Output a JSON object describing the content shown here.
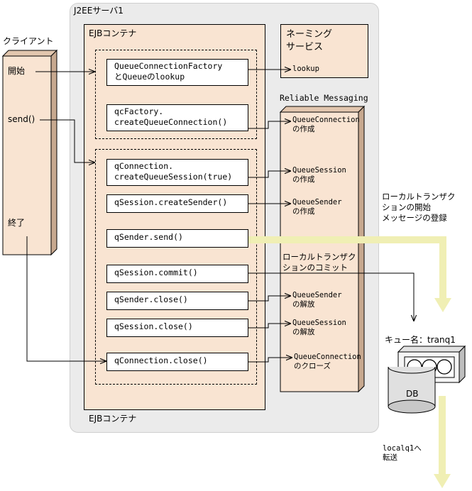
{
  "server_title": "J2EEサーバ1",
  "client": {
    "title": "クライアント",
    "start": "開始",
    "send": "send()",
    "end": "終了"
  },
  "ejb": {
    "title": "EJBコンテナ",
    "calls": [
      [
        "QueueConnectionFactory",
        "とQueueのlookup"
      ],
      [
        "qcFactory.",
        "createQueueConnection()"
      ],
      [
        "qConnection.",
        "createQueueSession(true)"
      ],
      [
        "qSession.createSender()"
      ],
      [
        "qSender.send()"
      ],
      [
        "qSession.commit()"
      ],
      [
        "qSender.close()"
      ],
      [
        "qSession.close()"
      ],
      [
        "qConnection.close()"
      ]
    ]
  },
  "naming": {
    "title_line1": "ネーミング",
    "title_line2": "サービス",
    "lookup": "lookup"
  },
  "rm": {
    "title": "Reliable Messaging",
    "results": [
      [
        "QueueConnection",
        "の作成"
      ],
      [
        "QueueSession",
        "の作成"
      ],
      [
        "QueueSender",
        "の作成"
      ],
      [
        "QueueSender",
        "の解放"
      ],
      [
        "QueueSession",
        "の解放"
      ],
      [
        "QueueConnection",
        "のクローズ"
      ]
    ],
    "commit_note": [
      "ローカルトランザク",
      "ションのコミット"
    ]
  },
  "tx_note": [
    "ローカルトランザク",
    "ションの開始",
    "メッセージの登録"
  ],
  "queue": {
    "label": "キュー名：tranq1",
    "db": "DB",
    "forward": [
      "localq1へ",
      "転送"
    ]
  }
}
